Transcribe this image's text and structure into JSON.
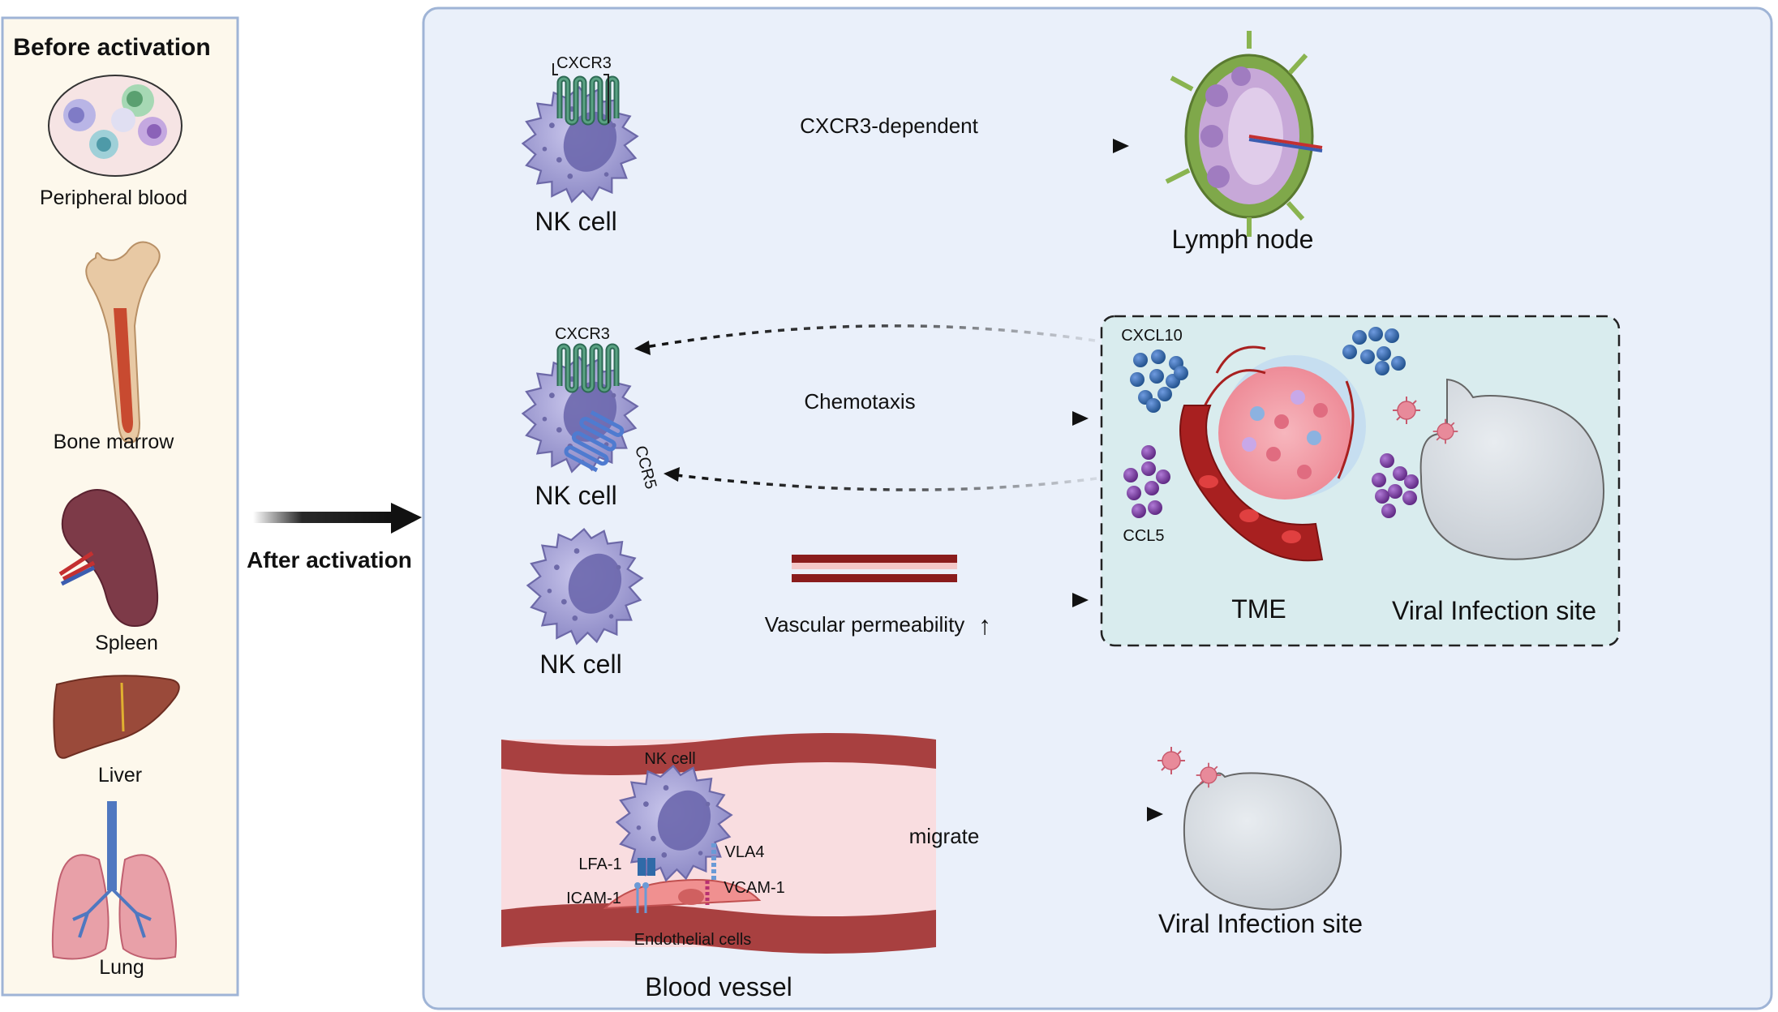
{
  "left_panel": {
    "title": "Before activation",
    "organs": [
      "Peripheral blood",
      "Bone marrow",
      "Spleen",
      "Liver",
      "Lung"
    ]
  },
  "center": {
    "arrow_label": "After activation"
  },
  "row1": {
    "receptor_label": "CXCR3",
    "cell_label": "NK cell",
    "arrow_label": "CXCR3-dependent",
    "target_label": "Lymph node"
  },
  "row2": {
    "receptor_top": "CXCR3",
    "receptor_bottom": "CCR5",
    "cell_label": "NK cell",
    "arrow_label": "Chemotaxis"
  },
  "row3": {
    "cell_label": "NK cell",
    "arrow_label": "Vascular permeability",
    "arrow_symbol": "↑"
  },
  "tme_box": {
    "chemokine_top": "CXCL10",
    "chemokine_bottom": "CCL5",
    "tme_label": "TME",
    "viral_label": "Viral Infection site"
  },
  "row4": {
    "vessel_cell_label": "NK cell",
    "lfa1": "LFA-1",
    "icam1": "ICAM-1",
    "vla4": "VLA4",
    "vcam1": "VCAM-1",
    "endothelial": "Endothelial cells",
    "vessel_label": "Blood vessel",
    "arrow_label": "migrate",
    "target_label": "Viral Infection site"
  },
  "colors": {
    "left_bg": "#fdf8ec",
    "panel_bg": "#eaf0fa",
    "panel_border": "#9fb4d6",
    "tme_bg": "#d9ecee",
    "nk_cell": "#9a98cf",
    "receptor": "#2e6b55",
    "cxcl10": "#1f4f8a",
    "ccl5": "#6a2f8a",
    "virus": "#e88a9a"
  }
}
